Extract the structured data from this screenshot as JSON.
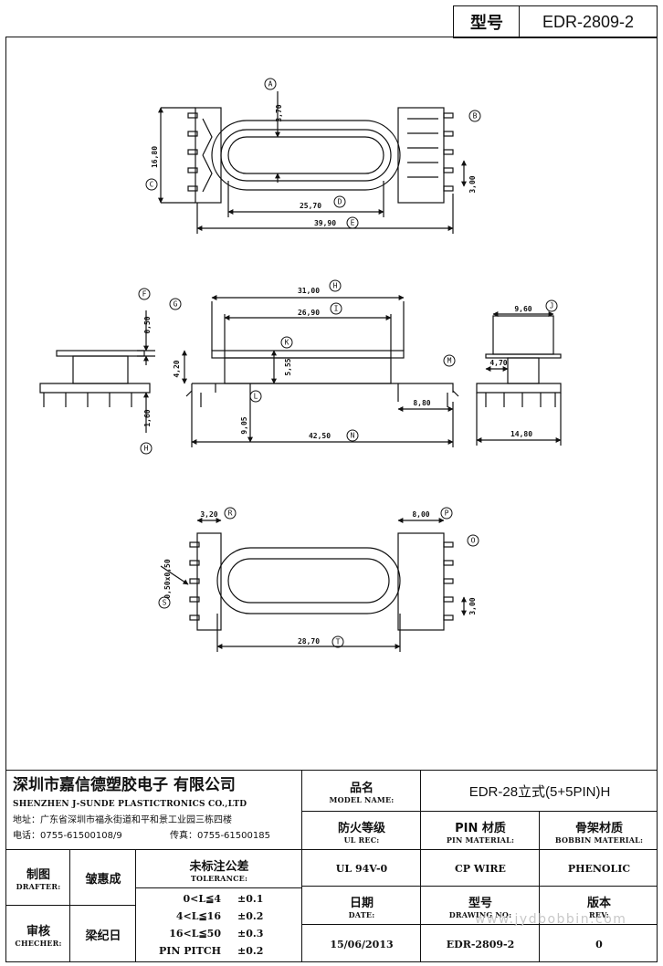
{
  "header": {
    "label": "型号",
    "value": "EDR-2809-2"
  },
  "drawing": {
    "callouts": [
      "A",
      "B",
      "C",
      "D",
      "E",
      "F",
      "G",
      "H",
      "I",
      "J",
      "K",
      "L",
      "M",
      "N",
      "O",
      "P",
      "R",
      "S",
      "T"
    ],
    "dims": {
      "a": "3,70",
      "c": "16,80",
      "d": "25,70",
      "e": "39,90",
      "b": "3,00",
      "h": "31,00",
      "i": "26,90",
      "k": "5,55",
      "g": "4,20",
      "f": "0,50",
      "fh": "1,60",
      "l": "9,05",
      "n": "42,50",
      "m": "8,80",
      "j": "9,60",
      "jo": "4,70",
      "jw": "14,80",
      "r": "3,20",
      "p": "8,00",
      "s": "0,50x0,50",
      "o": "3,00",
      "t": "28,70"
    }
  },
  "company": {
    "name_cn": "深圳市嘉信德塑胶电子 有限公司",
    "name_en": "SHENZHEN J-SUNDE PLASTICTRONICS CO.,LTD",
    "address": "地址：广东省深圳市福永街道和平和景工业园三栋四楼",
    "phone": "电话：0755-61500108/9",
    "fax": "传真：0755-61500185"
  },
  "model_name": {
    "label_cn": "品名",
    "label_en": "MODEL NAME:",
    "value": "EDR-28立式(5+5PIN)H"
  },
  "ul_rec": {
    "label_cn": "防火等级",
    "label_en": "UL REC:",
    "value": "UL 94V-0"
  },
  "pin_material": {
    "label_cn": "PIN 材质",
    "label_en": "PIN MATERIAL:",
    "value": "CP WIRE"
  },
  "bobbin_material": {
    "label_cn": "骨架材质",
    "label_en": "BOBBIN MATERIAL:",
    "value": "PHENOLIC"
  },
  "drafter": {
    "label_cn": "制图",
    "label_en": "DRAFTER:",
    "value": "皱惠成"
  },
  "checker": {
    "label_cn": "审核",
    "label_en": "CHECHER:",
    "value": "梁纪日"
  },
  "tolerance": {
    "label_cn": "未标注公差",
    "label_en": "TOLERANCE:",
    "rows": [
      {
        "range": "0<L≦4",
        "value": "±0.1"
      },
      {
        "range": "4<L≦16",
        "value": "±0.2"
      },
      {
        "range": "16<L≦50",
        "value": "±0.3"
      },
      {
        "range": "PIN PITCH",
        "value": "±0.2"
      }
    ]
  },
  "date": {
    "label_cn": "日期",
    "label_en": "DATE:",
    "value": "15/06/2013"
  },
  "drawing_no": {
    "label_cn": "型号",
    "label_en": "DRAWING NO:",
    "value": "EDR-2809-2"
  },
  "rev": {
    "label_cn": "版本",
    "label_en": "REV:",
    "value": "0"
  },
  "watermark": "www.jydbobbin.com"
}
